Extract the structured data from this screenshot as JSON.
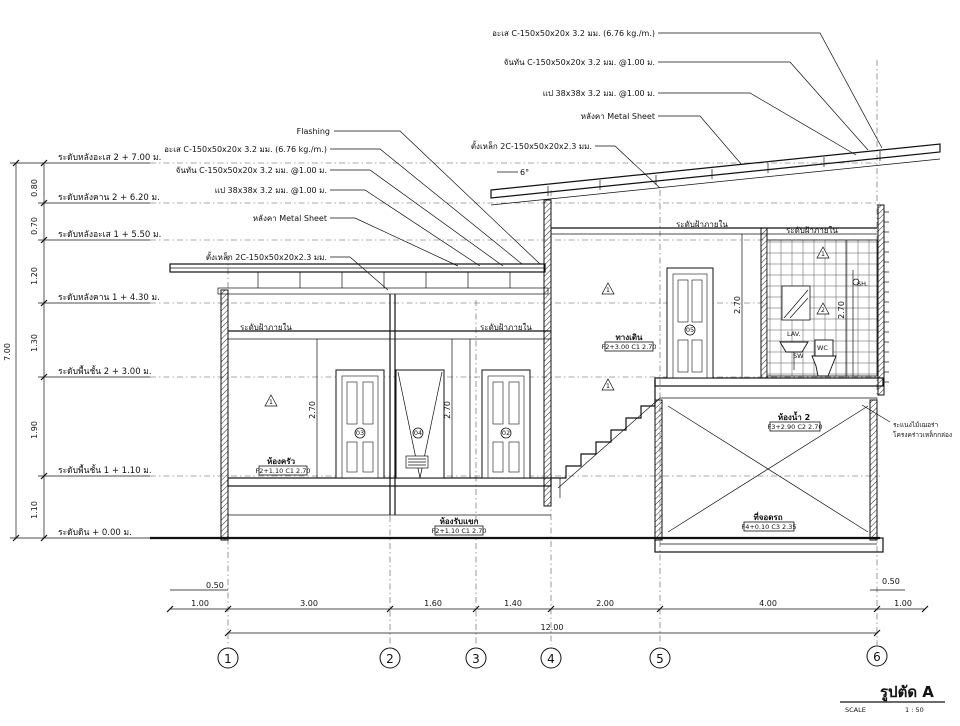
{
  "drawing": {
    "title": "รูปตัด A",
    "scale_label": "SCALE",
    "scale_value": "1 : 50"
  },
  "callouts_top": [
    "อะเส C-150x50x20x 3.2 มม. (6.76 kg./m.)",
    "จันทัน C-150x50x20x 3.2 มม. @1.00 ม.",
    "แป 38x38x 3.2 มม. @1.00 ม.",
    "หลังคา Metal Sheet",
    "ตั้งเหล็ก 2C-150x50x20x2.3 มม."
  ],
  "callouts_left": [
    "Flashing",
    "อะเส C-150x50x20x 3.2 มม. (6.76 kg./m.)",
    "จันทัน C-150x50x20x 3.2 มม. @1.00 ม.",
    "แป 38x38x 3.2 มม. @1.00 ม.",
    "หลังคา Metal Sheet",
    "ตั้งเหล็ก 2C-150x50x20x2.3 มม."
  ],
  "roof_slope": "6°",
  "levels": [
    "ระดับหลังอะเส 2 + 7.00 ม.",
    "ระดับหลังคาน 2 + 6.20 ม.",
    "ระดับหลังอะเส 1 + 5.50 ม.",
    "ระดับหลังคาน 1 + 4.30 ม.",
    "ระดับพื้นชั้น 2 + 3.00 ม.",
    "ระดับพื้นชั้น 1 + 1.10 ม.",
    "ระดับดิน + 0.00 ม."
  ],
  "vertical_dims": [
    "0.80",
    "0.70",
    "1.20",
    "1.30",
    "1.90",
    "1.10"
  ],
  "vertical_total": "7.00",
  "ceiling_labels": [
    "ระดับฝ้าภายใน",
    "ระดับฝ้าภายใน",
    "ระดับฝ้าภายใน",
    "ระดับฝ้าภายใน"
  ],
  "height_dims": [
    "2.70",
    "2.70",
    "2.70",
    "2.70"
  ],
  "rooms": [
    {
      "name": "ห้องครัว",
      "tag": "F2+1.10 C1 2.70"
    },
    {
      "name": "ห้องรับแขก",
      "tag": "F2+1.10 C1 2.70"
    },
    {
      "name": "ทางเดิน",
      "tag": "F2+3.00 C1 2.70"
    },
    {
      "name": "ห้องน้ำ 2",
      "tag": "F3+2.90 C2 2.70"
    },
    {
      "name": "ที่จอดรถ",
      "tag": "F4+0.10 C3 2.35"
    }
  ],
  "door_tags": [
    "03",
    "04",
    "02",
    "05"
  ],
  "fixture_labels": [
    "SH.",
    "LAV.",
    "WC",
    "SW"
  ],
  "note_right": [
    "ระแนงไม้เฌอร่า",
    "โครงคร่าวเหล็กกล่อง"
  ],
  "dims_bottom_small": [
    "0.50",
    "0.50"
  ],
  "dims_bottom": [
    "1.00",
    "3.00",
    "1.60",
    "1.40",
    "2.00",
    "4.00",
    "1.00"
  ],
  "dims_total": "12.00",
  "grid_axes": [
    "1",
    "2",
    "3",
    "4",
    "5",
    "6"
  ],
  "section_marks": [
    "1",
    "2",
    "1",
    "1",
    "1"
  ]
}
